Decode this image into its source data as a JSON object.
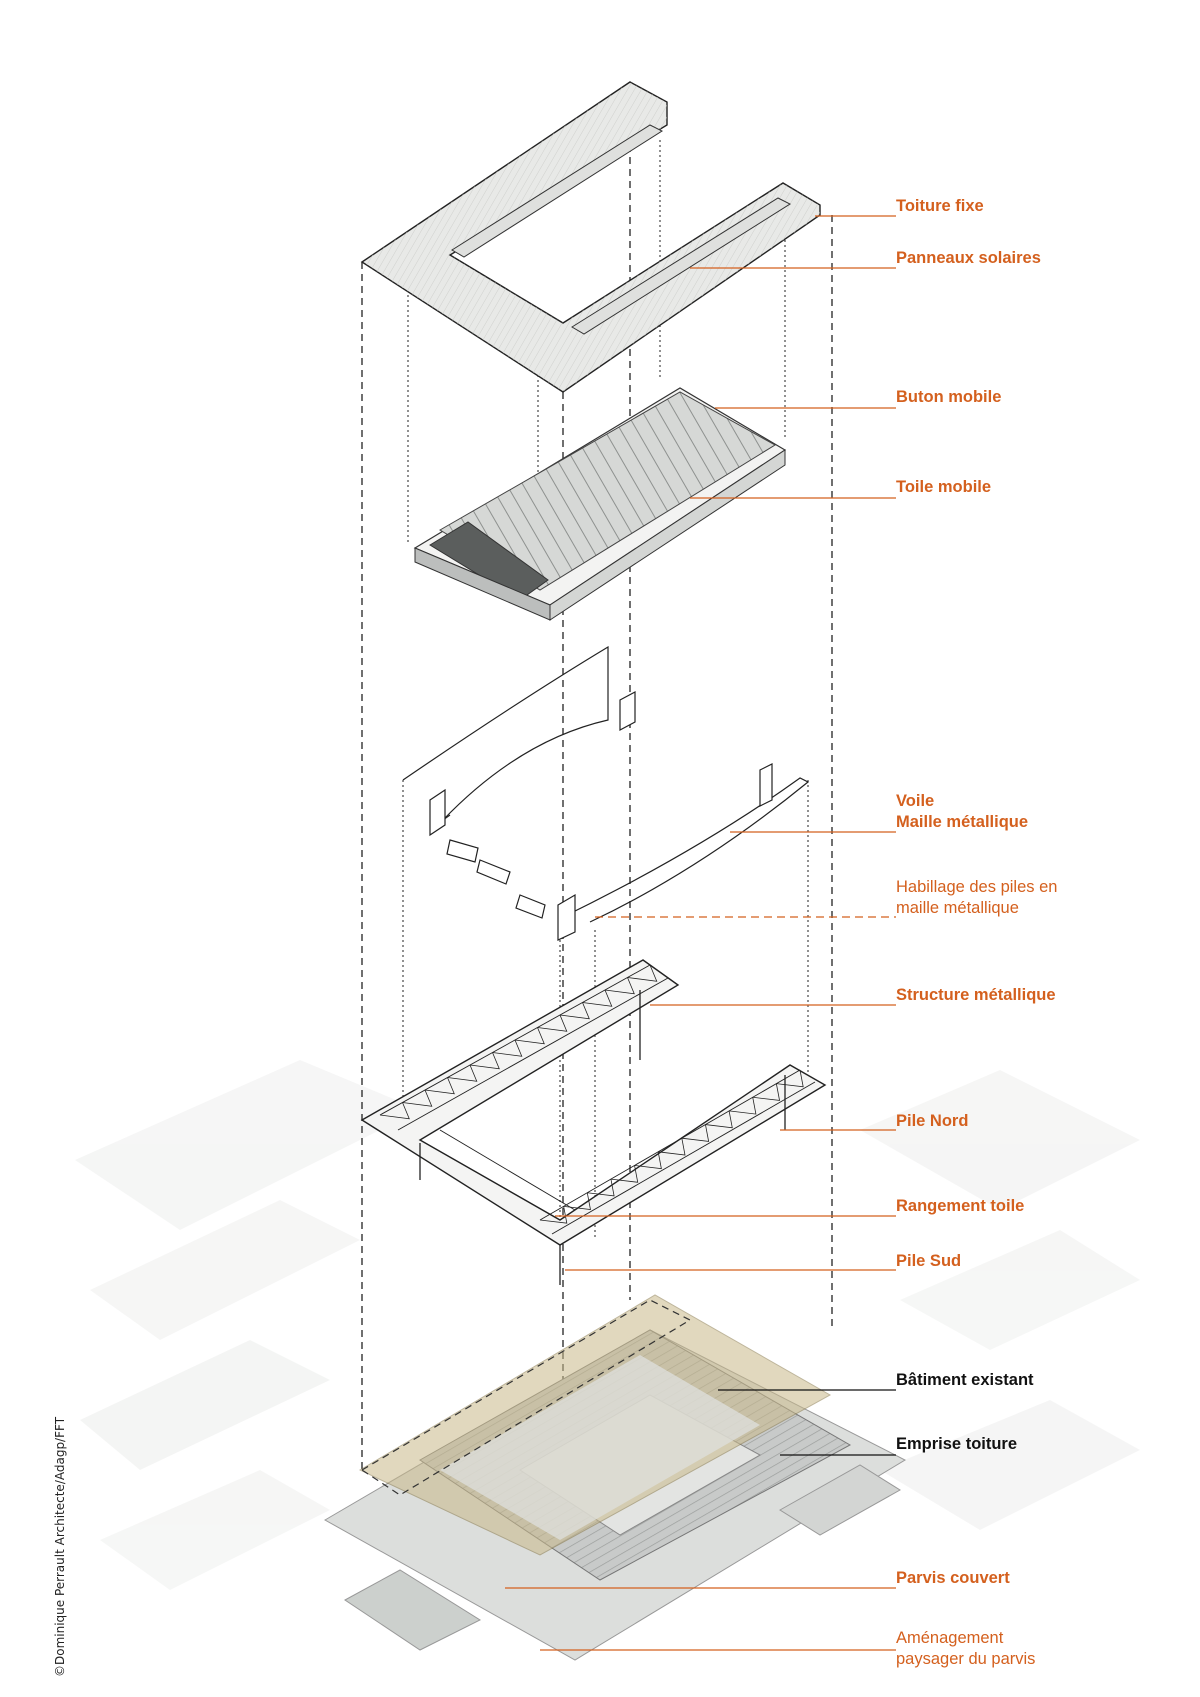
{
  "labels": {
    "toiture_fixe": "Toiture fixe",
    "panneaux_solaires": "Panneaux solaires",
    "buton_mobile": "Buton mobile",
    "toile_mobile": "Toile mobile",
    "voile_line1": "Voile",
    "voile_line2": "Maille métallique",
    "habillage_line1": "Habillage des piles en",
    "habillage_line2": "maille métallique",
    "structure_metallique": "Structure métallique",
    "pile_nord": "Pile Nord",
    "rangement_toile": "Rangement toile",
    "pile_sud": "Pile Sud",
    "batiment_existant": "Bâtiment existant",
    "emprise_toiture": "Emprise toiture",
    "parvis_couvert": "Parvis couvert",
    "amenagement_line1": "Aménagement",
    "amenagement_line2": "paysager du parvis"
  },
  "credit": "©Dominique Perrault Architecte/Adagp/FFT",
  "colors": {
    "accent_orange": "#d4601e",
    "text_black": "#111111",
    "roof_fill": "#e9eae8",
    "emprise_fill": "#c9b98a"
  }
}
